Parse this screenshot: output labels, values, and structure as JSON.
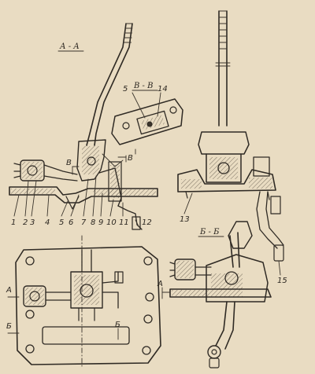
{
  "sections": {
    "aa": "А - А",
    "vv": "В - В",
    "bb": "Б - Б"
  },
  "cut_marks": {
    "v_top": "В",
    "v_bottom": "В",
    "a_left_1": "А",
    "b_left_1": "Б",
    "b_right": "Б",
    "a_right": "А"
  },
  "part_numbers": {
    "n1": "1",
    "n2": "2",
    "n3": "3",
    "n4": "4",
    "n5": "5",
    "n6": "6",
    "n7": "7",
    "n8": "8",
    "n9": "9",
    "n10": "10",
    "n11": "11",
    "n12": "12",
    "n13": "13",
    "n14": "14",
    "n15": "15",
    "n5b": "5"
  },
  "colors": {
    "paper": "#e9dcc2",
    "ink": "#2f2a24"
  }
}
